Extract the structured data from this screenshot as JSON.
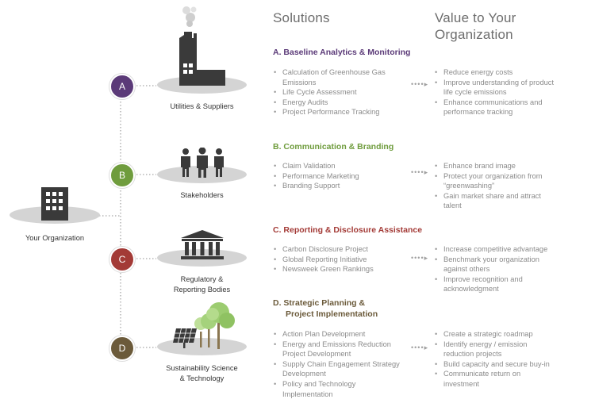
{
  "headers": {
    "solutions": "Solutions",
    "value": "Value to Your Organization"
  },
  "org": {
    "label": "Your Organization"
  },
  "colors": {
    "a": "#5b3a78",
    "b": "#6f9c3d",
    "c": "#a33a36",
    "d": "#6b5a3a",
    "dots": "#a8a8a8",
    "ellipse": "#d4d4d4"
  },
  "rows": [
    {
      "letter": "A",
      "icon": "factory-icon",
      "label": "Utilities & Suppliers",
      "title": "A.  Baseline Analytics & Monitoring",
      "solutions": [
        "Calculation of Greenhouse Gas Emissions",
        "Life Cycle Assessment",
        "Energy Audits",
        "Project Performance Tracking"
      ],
      "values": [
        "Reduce energy costs",
        "Improve understanding of product life cycle emissions",
        "Enhance communications and performance tracking"
      ]
    },
    {
      "letter": "B",
      "icon": "people-icon",
      "label": "Stakeholders",
      "title": "B.  Communication & Branding",
      "solutions": [
        "Claim Validation",
        "Performance Marketing",
        "Branding Support"
      ],
      "values": [
        "Enhance brand image",
        "Protect your organization from “greenwashing”",
        "Gain market share and attract talent"
      ]
    },
    {
      "letter": "C",
      "icon": "government-building-icon",
      "label_lines": [
        "Regulatory &",
        "Reporting Bodies"
      ],
      "title": "C.  Reporting & Disclosure Assistance",
      "solutions": [
        "Carbon Disclosure Project",
        "Global Reporting Initiative",
        "Newsweek Green Rankings"
      ],
      "values": [
        "Increase competitive advantage",
        "Benchmark your organization against  others",
        "Improve recognition and acknowledgment"
      ]
    },
    {
      "letter": "D",
      "icon": "solar-panel-trees-icon",
      "label_lines": [
        "Sustainability Science",
        "& Technology"
      ],
      "title_lines": [
        "D.  Strategic Planning &",
        "Project Implementation"
      ],
      "solutions": [
        "Action Plan Development",
        "Energy and Emissions Reduction Project Development",
        "Supply Chain Engagement Strategy Development",
        "Policy and Technology Implementation"
      ],
      "values": [
        "Create a strategic roadmap",
        "Identify energy / emission reduction projects",
        "Build capacity and secure buy-in",
        "Communicate return on investment"
      ]
    }
  ]
}
